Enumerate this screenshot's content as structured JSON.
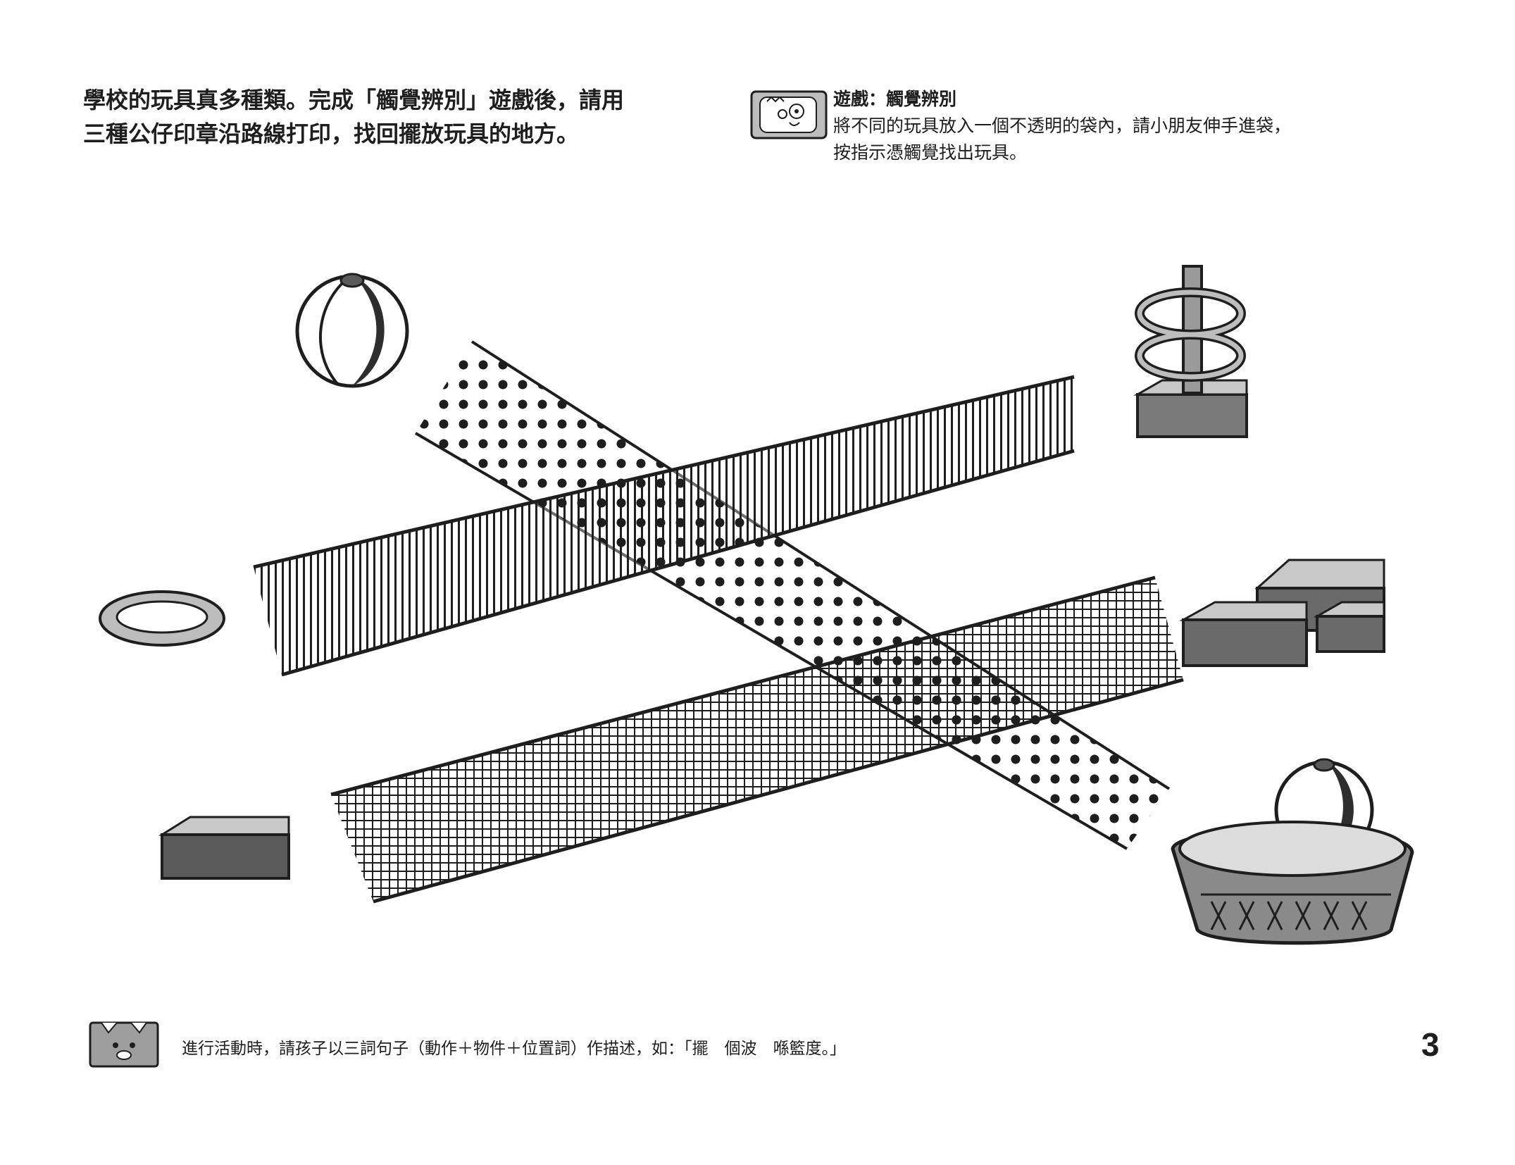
{
  "instructions": {
    "line1": "學校的玩具真多種類。完成「觸覺辨別」遊戲後，請用",
    "line2": "三種公仔印章沿路線打印，找回擺放玩具的地方。"
  },
  "game": {
    "title": "遊戲：觸覺辨別",
    "line1": "將不同的玩具放入一個不透明的袋內，請小朋友伸手進袋，",
    "line2": "按指示憑觸覺找出玩具。"
  },
  "footer": {
    "note": "進行活動時，請孩子以三詞句子（動作＋物件＋位置詞）作描述，如：「擺　個波　喺籃度。」"
  },
  "page_number": "3",
  "icons": {
    "game_icon": "peeking-face-icon",
    "footer_icon": "animal-face-icon"
  },
  "colors": {
    "ink": "#1e1e1e",
    "shade_dark": "#2e2e2e",
    "shade_mid": "#7a7a7a",
    "shade_light": "#c8c8c8"
  }
}
